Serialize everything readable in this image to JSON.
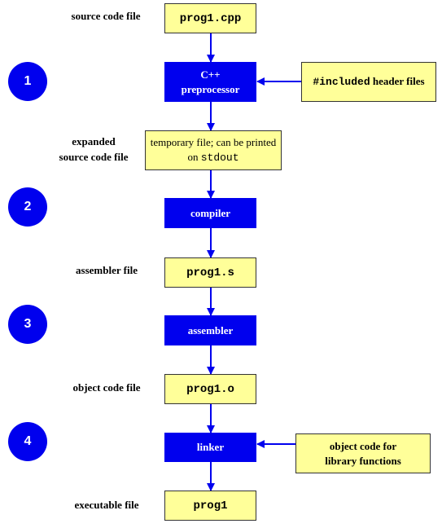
{
  "labels": {
    "source": "source code file",
    "expanded": "expanded source code file",
    "assembler_file": "assembler file",
    "object": "object code file",
    "executable": "executable file"
  },
  "files": {
    "source": "prog1.cpp",
    "temp_prefix": "temporary file; can be printed on ",
    "temp_code": "stdout",
    "asm": "prog1.s",
    "obj": "prog1.o",
    "exe": "prog1"
  },
  "stages": {
    "preprocessor": "C++ preprocessor",
    "compiler": "compiler",
    "assembler": "assembler",
    "linker": "linker"
  },
  "inputs": {
    "headers_code": "#included",
    "headers_text": " header files",
    "library": "object code for library functions"
  },
  "steps": [
    "1",
    "2",
    "3",
    "4"
  ],
  "colors": {
    "stage_fill": "#0000ee",
    "file_fill": "#ffff99",
    "arrow": "#0000ee"
  }
}
